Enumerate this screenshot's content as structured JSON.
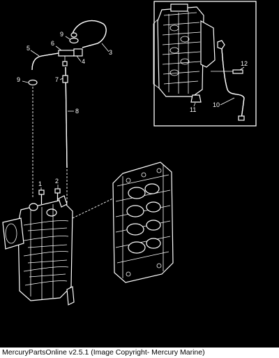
{
  "diagram": {
    "callouts": [
      "1",
      "2",
      "3",
      "4",
      "5",
      "6",
      "7",
      "8",
      "9",
      "9",
      "10",
      "11",
      "12"
    ]
  },
  "footer": {
    "caption": "MercuryPartsOnline v2.5.1 (Image Copyright- Mercury Marine)"
  },
  "colors": {
    "background": "#000000",
    "line_art": "#ffffff",
    "footer_background": "#ffffff",
    "footer_text": "#000000"
  }
}
